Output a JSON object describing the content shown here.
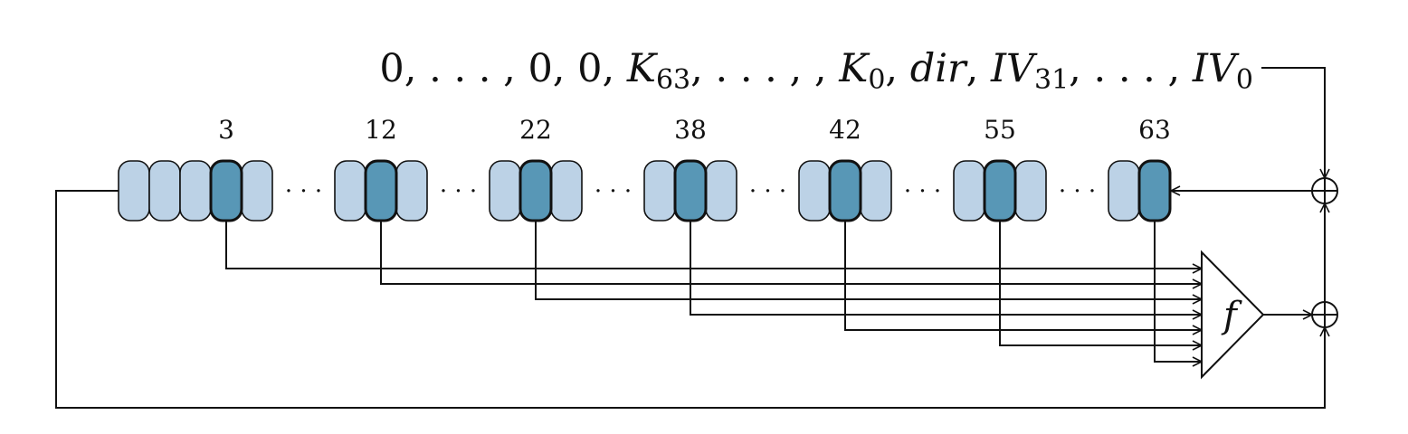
{
  "init_sequence": {
    "parts": [
      {
        "t": "0, . . . , 0, 0, "
      },
      {
        "t": "K",
        "i": true
      },
      {
        "t": "63",
        "sub": true
      },
      {
        "t": ", . . . , , "
      },
      {
        "t": "K",
        "i": true
      },
      {
        "t": "0",
        "sub": true
      },
      {
        "t": ", "
      },
      {
        "t": "dir",
        "i": true
      },
      {
        "t": ", "
      },
      {
        "t": "IV",
        "i": true
      },
      {
        "t": "31",
        "sub": true
      },
      {
        "t": ", . . . , "
      },
      {
        "t": "IV",
        "i": true
      },
      {
        "t": "0",
        "sub": true
      }
    ]
  },
  "taps": [
    "3",
    "12",
    "22",
    "38",
    "42",
    "55",
    "63"
  ],
  "ellipsis": "· · ·",
  "function_label": "f",
  "xor_symbol": "⊕",
  "colors": {
    "cell_light": "#bcd2e6",
    "cell_dark": "#5897b6",
    "line": "#111111"
  }
}
